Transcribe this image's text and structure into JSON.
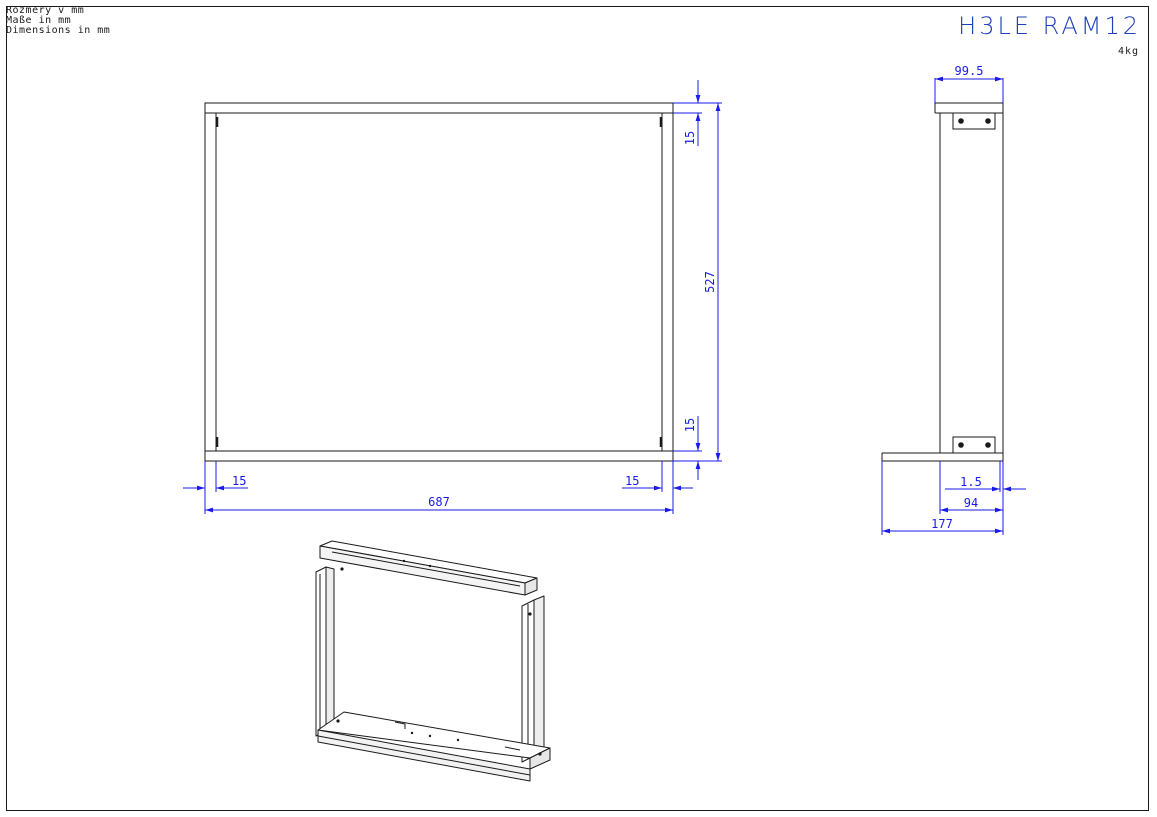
{
  "units": {
    "line1": "Rozmery v mm",
    "line2": "Maße in mm",
    "line3": "Dimensions in mm"
  },
  "title": "H3LE RAM12",
  "weight": "4kg",
  "dimensions": {
    "front_width": "687",
    "front_height": "527",
    "left_offset": "15",
    "right_offset": "15",
    "top_offset": "15",
    "bottom_offset": "15",
    "side_top_width": "99.5",
    "side_thickness": "1.5",
    "side_depth": "94",
    "side_base": "177"
  },
  "colors": {
    "line": "#1a1a1a",
    "dimension": "#1a1aee",
    "title": "#1f3fb8"
  }
}
